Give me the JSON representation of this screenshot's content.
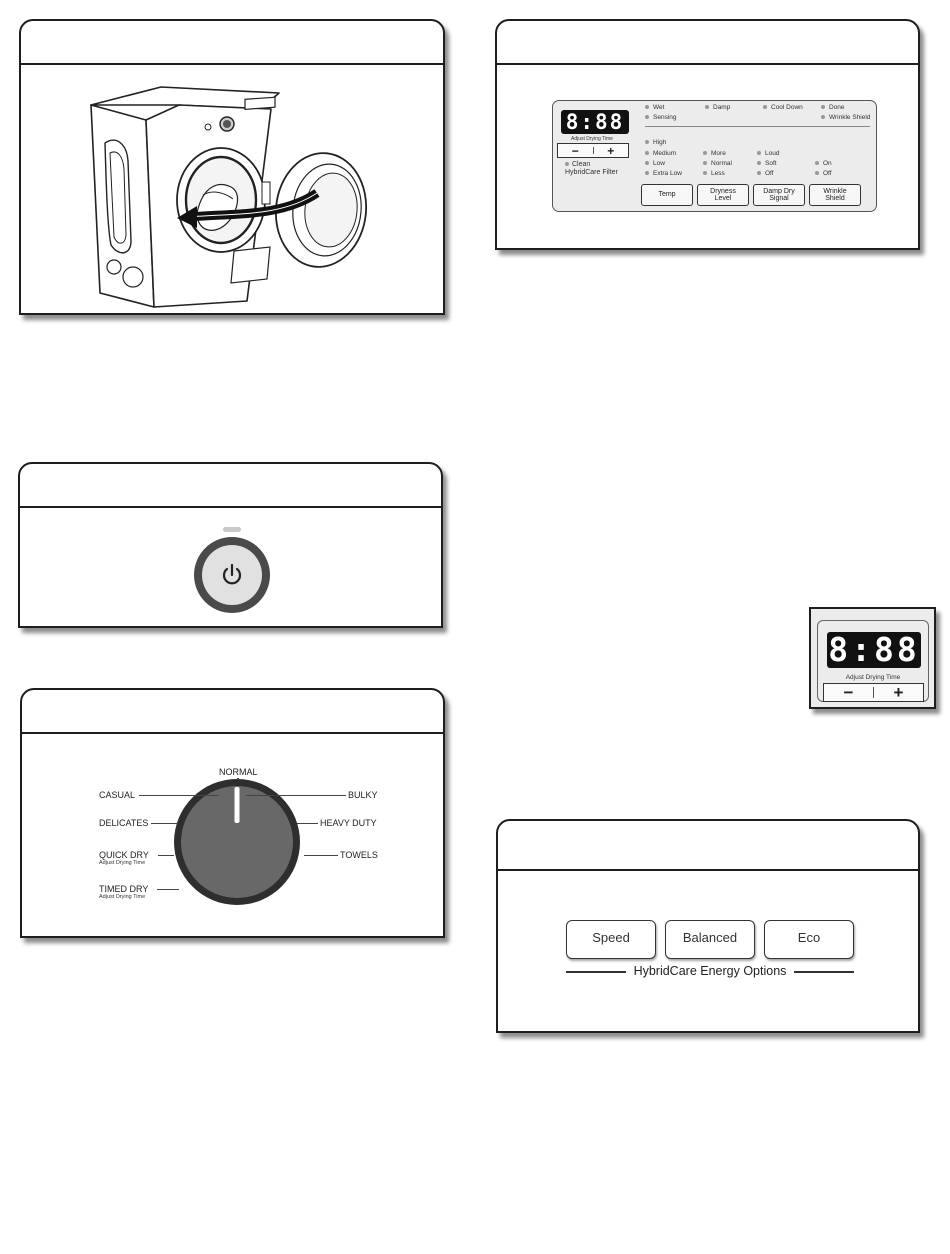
{
  "control_panel": {
    "display": "8:88",
    "adjust_label": "Adjust Drying Time",
    "minus": "−",
    "plus": "+",
    "clean_filter": [
      "Clean",
      "HybridCare Filter"
    ],
    "status": {
      "wet": "Wet",
      "sensing": "Sensing",
      "damp": "Damp",
      "cool_down": "Cool Down",
      "done": "Done",
      "wrinkle_shield": "Wrinkle Shield"
    },
    "temp_options": [
      "High",
      "Medium",
      "Low",
      "Extra Low"
    ],
    "dryness_options": [
      "More",
      "Normal",
      "Less"
    ],
    "signal_options": [
      "Loud",
      "Soft",
      "Off"
    ],
    "wrinkle_options": [
      "On",
      "Off"
    ],
    "buttons": {
      "temp": "Temp",
      "dryness": "Dryness\nLevel",
      "damp_dry": "Damp Dry\nSignal",
      "wrinkle": "Wrinkle\nShield"
    }
  },
  "cycle_dial": {
    "top": "NORMAL",
    "left": [
      "CASUAL",
      "DELICATES",
      "QUICK DRY",
      "TIMED DRY"
    ],
    "left_sub": {
      "quick_dry": "Adjust Drying Time",
      "timed_dry": "Adjust Drying Time"
    },
    "right": [
      "BULKY",
      "HEAVY DUTY",
      "TOWELS"
    ]
  },
  "display_detail": {
    "display": "8:88",
    "adjust_label": "Adjust Drying Time",
    "minus": "−",
    "plus": "+"
  },
  "energy_options": {
    "buttons": [
      "Speed",
      "Balanced",
      "Eco"
    ],
    "label": "HybridCare Energy Options"
  },
  "icons": [
    "dryer-illustration",
    "power-icon"
  ],
  "colors": {
    "led_bg": "#111111",
    "panel_bg": "#ececec",
    "dial_body": "#686868",
    "dial_ring": "#2e2e2e"
  }
}
